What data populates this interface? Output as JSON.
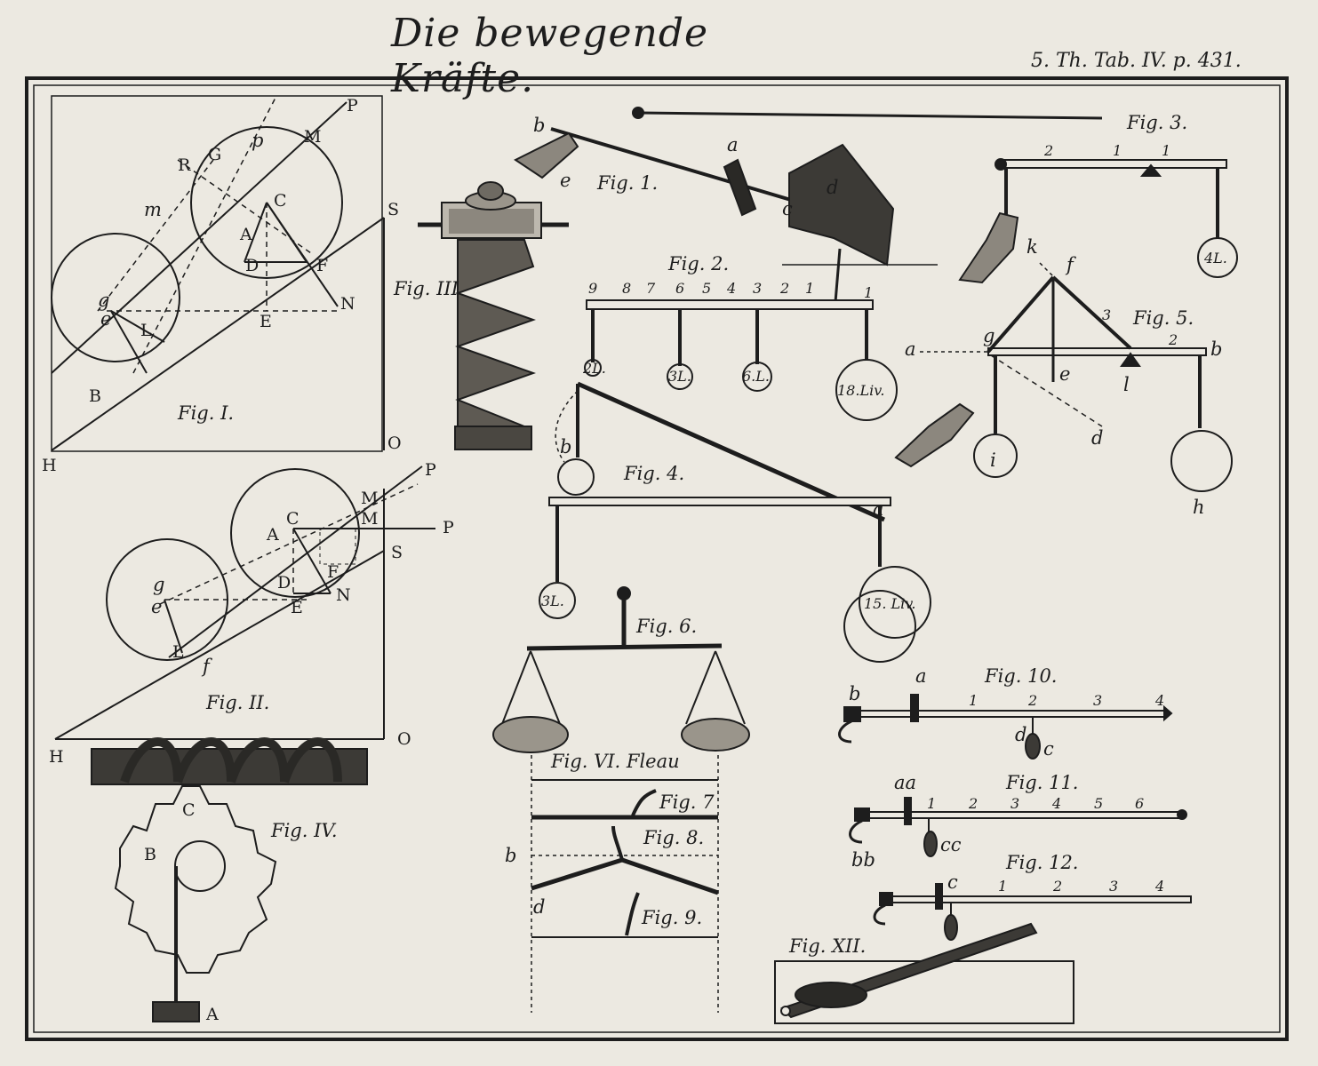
{
  "header": {
    "title": "Die bewegende Kräfte.",
    "plate_ref": "5. Th. Tab. IV. p. 431."
  },
  "figures": {
    "fig_I": {
      "caption": "Fig. I.",
      "points": [
        "P",
        "p",
        "M",
        "R",
        "G",
        "C",
        "A",
        "D",
        "F",
        "S",
        "N",
        "E",
        "m",
        "g",
        "e",
        "L",
        "B",
        "H",
        "O"
      ]
    },
    "fig_II": {
      "caption": "Fig. II.",
      "points": [
        "P",
        "M",
        "M",
        "P",
        "C",
        "A",
        "S",
        "D",
        "F",
        "N",
        "E",
        "g",
        "e",
        "L",
        "f",
        "H",
        "O"
      ]
    },
    "fig_III": {
      "caption": "Fig. III"
    },
    "fig_IV": {
      "caption": "Fig. IV.",
      "points": [
        "C",
        "B",
        "A"
      ]
    },
    "fig_1": {
      "caption": "Fig. 1.",
      "points": [
        "b",
        "a",
        "d",
        "c",
        "e"
      ]
    },
    "fig_2": {
      "caption": "Fig. 2.",
      "scale": [
        "9",
        "8",
        "7",
        "6",
        "5",
        "4",
        "3",
        "2",
        "1",
        "1"
      ],
      "weights": [
        "2L.",
        "3L.",
        "6.L.",
        "18.Liv."
      ]
    },
    "fig_3": {
      "caption": "Fig. 3.",
      "scale": [
        "2",
        "1",
        "1"
      ],
      "weights": [
        "4L."
      ]
    },
    "fig_4": {
      "caption": "Fig. 4.",
      "points": [
        "b",
        "a"
      ],
      "weights": [
        "3L.",
        "15. Liv."
      ]
    },
    "fig_5": {
      "caption": "Fig. 5.",
      "points": [
        "k",
        "f",
        "3",
        "2",
        "a",
        "g",
        "b",
        "e",
        "l",
        "d",
        "i",
        "h"
      ]
    },
    "fig_6": {
      "caption": "Fig. 6."
    },
    "fig_VI": {
      "caption": "Fig. VI. Fleau"
    },
    "fig_7": {
      "caption": "Fig. 7"
    },
    "fig_8": {
      "caption": "Fig. 8.",
      "points": [
        "b",
        "d"
      ]
    },
    "fig_9": {
      "caption": "Fig. 9."
    },
    "fig_10": {
      "caption": "Fig. 10.",
      "points": [
        "a",
        "b",
        "1",
        "2",
        "3",
        "4",
        "d",
        "c"
      ]
    },
    "fig_11": {
      "caption": "Fig. 11.",
      "points": [
        "aa",
        "1",
        "2",
        "3",
        "4",
        "5",
        "6",
        "bb",
        "cc"
      ]
    },
    "fig_12": {
      "caption": "Fig. 12.",
      "points": [
        "c",
        "1",
        "2",
        "3",
        "4"
      ]
    },
    "fig_XII": {
      "caption": "Fig. XII."
    }
  },
  "colors": {
    "ink": "#1d1d1d",
    "paper": "#ece9e1"
  }
}
